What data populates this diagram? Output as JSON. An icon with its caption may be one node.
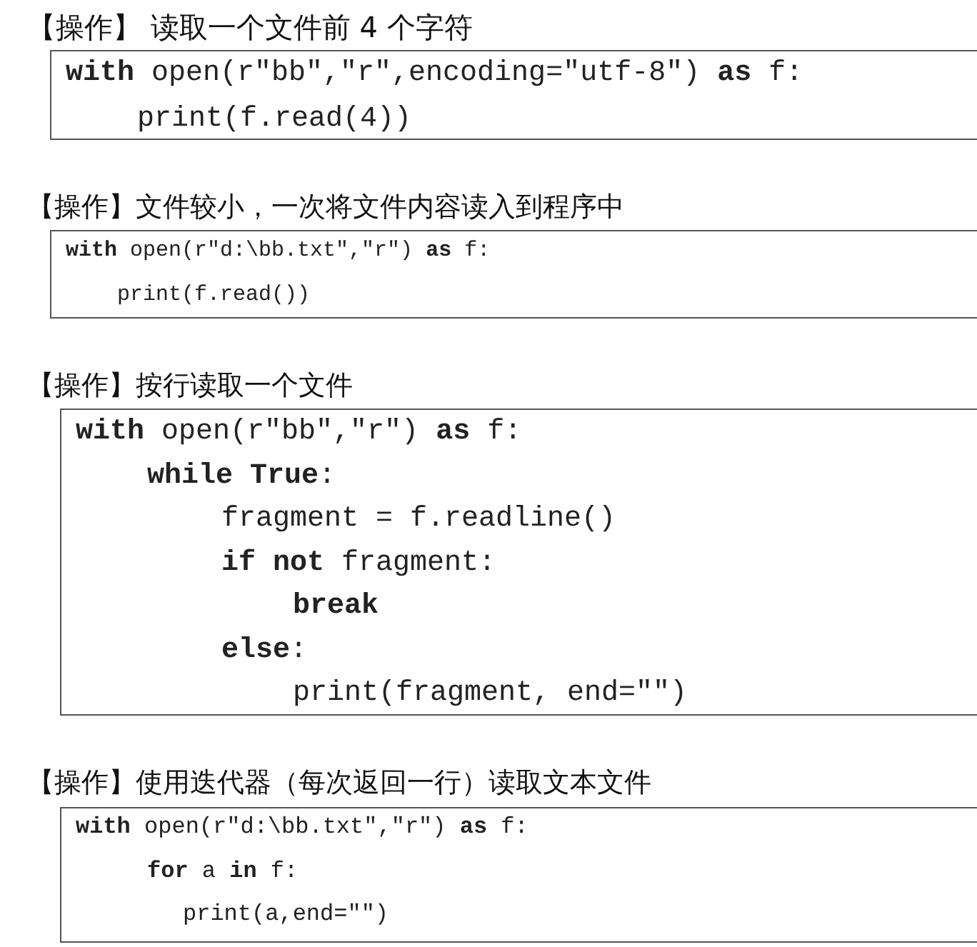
{
  "diagram": {
    "nodes": [
      {
        "text": [
          "【操作】 读取一个文件前 4 个字符",
          "**with** open(r\"bb\",\"r\",encoding=\"utf-8\") **as** f:",
          "print(f.read(4))"
        ]
      },
      {
        "text": [
          "【操作】文件较小，一次将文件内容读入到程序中",
          "**with** open(r\"d:\\bb.txt\",\"r\") **as** f:",
          "print(f.read())"
        ]
      },
      {
        "text": [
          "【操作】按行读取一个文件",
          "**with** open(r\"bb\",\"r\") **as** f:",
          "**while True**:",
          "fragment = f.readline()",
          "**if not** fragment:",
          "**break**",
          "**else**:",
          "print(fragment, end=\"\")"
        ]
      },
      {
        "text": [
          "【操作】使用迭代器（每次返回一行）读取文本文件",
          "**with** open(r\"d:\\bb.txt\",\"r\") **as** f:",
          "**for** a **in** f:",
          "print(a,end=\"\")"
        ]
      }
    ]
  }
}
